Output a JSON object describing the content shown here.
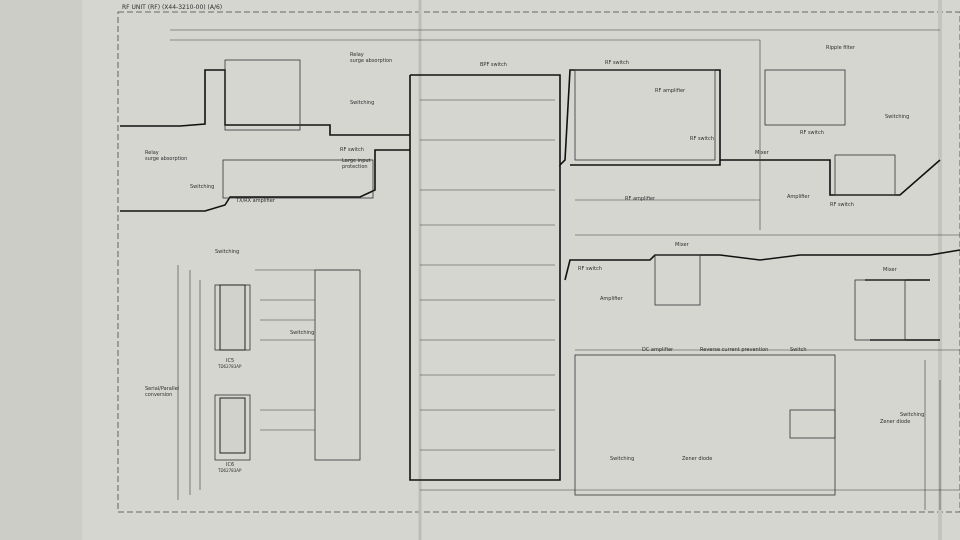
{
  "header": {
    "title": "RF UNIT (RF) (X44-3210-00) (A/6)"
  },
  "labels": {
    "relay_surge_1": "Relay\nsurge absorption",
    "relay_surge_2": "Relay\nsurge absorption",
    "switching": "Switching",
    "rf_switch": "RF switch",
    "large_input_protection": "Large input\nprotection",
    "tx_rx_amplifier": "TX/RX amplifier",
    "bpf_switch": "BPF switch",
    "rf_amplifier": "RF amplifier",
    "mixer": "Mixer",
    "amplifier": "Amplifier",
    "ripple_filter": "Ripple filter",
    "dc_amplifier": "DC amplifier",
    "reverse_current_prevention": "Reverse current prevention",
    "switch": "Switch",
    "zener_diode": "Zener diode",
    "serial_parallel_conversion": "Serial/Parallel\nconversion"
  },
  "parts": {
    "ic_upper": "IC5",
    "ic_upper_type": "TD62783AP",
    "ic_lower": "IC6",
    "ic_lower_type": "TD62783AP"
  },
  "colors": {
    "paper": "#d6d6d1",
    "ink": "#222222",
    "heavy_trace": "#111111",
    "light_trace": "#3a3a3a"
  }
}
